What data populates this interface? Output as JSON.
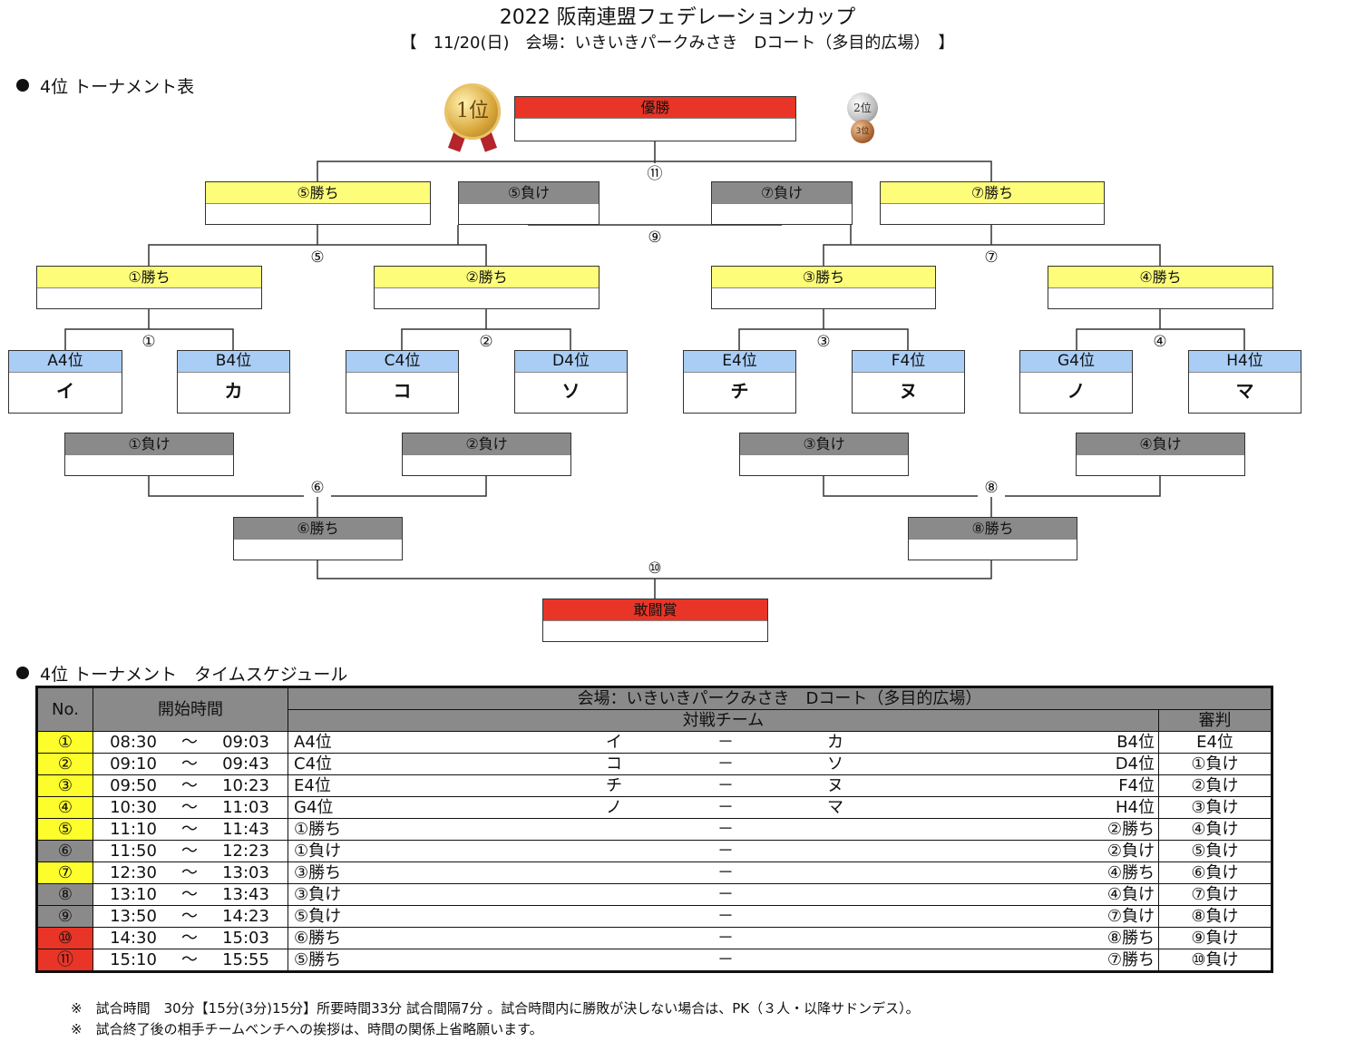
{
  "header": {
    "title": "2022 阪南連盟フェデレーションカップ",
    "subtitle": "【　11/20(日)　会場：いきいきパークみさき　Dコート（多目的広場）　】"
  },
  "bracket": {
    "section_title": "4位 トーナメント表",
    "medals": {
      "first": "1位",
      "second": "2位",
      "third": "3位"
    },
    "final": "優勝",
    "fighting_spirit": "敢闘賞",
    "semis": {
      "w5": "⑤勝ち",
      "l5": "⑤負け",
      "l7": "⑦負け",
      "w7": "⑦勝ち"
    },
    "quarters": {
      "w1": "①勝ち",
      "w2": "②勝ち",
      "w3": "③勝ち",
      "w4": "④勝ち"
    },
    "losers": {
      "l1": "①負け",
      "l2": "②負け",
      "l3": "③負け",
      "l4": "④負け",
      "w6": "⑥勝ち",
      "w8": "⑧勝ち"
    },
    "teams": [
      {
        "seed": "A4位",
        "name": "イ"
      },
      {
        "seed": "B4位",
        "name": "カ"
      },
      {
        "seed": "C4位",
        "name": "コ"
      },
      {
        "seed": "D4位",
        "name": "ソ"
      },
      {
        "seed": "E4位",
        "name": "チ"
      },
      {
        "seed": "F4位",
        "name": "ヌ"
      },
      {
        "seed": "G4位",
        "name": "ノ"
      },
      {
        "seed": "H4位",
        "name": "マ"
      }
    ],
    "match_numbers": {
      "m1": "①",
      "m2": "②",
      "m3": "③",
      "m4": "④",
      "m5": "⑤",
      "m6": "⑥",
      "m7": "⑦",
      "m8": "⑧",
      "m9": "⑨",
      "m10": "⑩",
      "m11": "⑪"
    }
  },
  "schedule": {
    "section_title": "4位 トーナメント　タイムスケジュール",
    "headers": {
      "no": "No.",
      "start": "開始時間",
      "venue": "会場：いきいきパークみさき　Dコート（多目的広場）",
      "match": "対戦チーム",
      "referee": "審判"
    },
    "rows": [
      {
        "no": "①",
        "color": "yellow",
        "start": "08:30",
        "tilde": "～",
        "end": "09:03",
        "home": "A4位",
        "home_team": "イ",
        "vs": "－",
        "away_team": "カ",
        "away": "B4位",
        "referee": "E4位"
      },
      {
        "no": "②",
        "color": "yellow",
        "start": "09:10",
        "tilde": "～",
        "end": "09:43",
        "home": "C4位",
        "home_team": "コ",
        "vs": "－",
        "away_team": "ソ",
        "away": "D4位",
        "referee": "①負け"
      },
      {
        "no": "③",
        "color": "yellow",
        "start": "09:50",
        "tilde": "～",
        "end": "10:23",
        "home": "E4位",
        "home_team": "チ",
        "vs": "－",
        "away_team": "ヌ",
        "away": "F4位",
        "referee": "②負け"
      },
      {
        "no": "④",
        "color": "yellow",
        "start": "10:30",
        "tilde": "～",
        "end": "11:03",
        "home": "G4位",
        "home_team": "ノ",
        "vs": "－",
        "away_team": "マ",
        "away": "H4位",
        "referee": "③負け"
      },
      {
        "no": "⑤",
        "color": "yellow",
        "start": "11:10",
        "tilde": "～",
        "end": "11:43",
        "home": "①勝ち",
        "home_team": "",
        "vs": "－",
        "away_team": "",
        "away": "②勝ち",
        "referee": "④負け"
      },
      {
        "no": "⑥",
        "color": "gray",
        "start": "11:50",
        "tilde": "～",
        "end": "12:23",
        "home": "①負け",
        "home_team": "",
        "vs": "－",
        "away_team": "",
        "away": "②負け",
        "referee": "⑤負け"
      },
      {
        "no": "⑦",
        "color": "yellow",
        "start": "12:30",
        "tilde": "～",
        "end": "13:03",
        "home": "③勝ち",
        "home_team": "",
        "vs": "－",
        "away_team": "",
        "away": "④勝ち",
        "referee": "⑥負け"
      },
      {
        "no": "⑧",
        "color": "gray",
        "start": "13:10",
        "tilde": "～",
        "end": "13:43",
        "home": "③負け",
        "home_team": "",
        "vs": "－",
        "away_team": "",
        "away": "④負け",
        "referee": "⑦負け"
      },
      {
        "no": "⑨",
        "color": "gray",
        "start": "13:50",
        "tilde": "～",
        "end": "14:23",
        "home": "⑤負け",
        "home_team": "",
        "vs": "－",
        "away_team": "",
        "away": "⑦負け",
        "referee": "⑧負け"
      },
      {
        "no": "⑩",
        "color": "red",
        "start": "14:30",
        "tilde": "～",
        "end": "15:03",
        "home": "⑥勝ち",
        "home_team": "",
        "vs": "－",
        "away_team": "",
        "away": "⑧勝ち",
        "referee": "⑨負け"
      },
      {
        "no": "⑪",
        "color": "red",
        "start": "15:10",
        "tilde": "～",
        "end": "15:55",
        "home": "⑤勝ち",
        "home_team": "",
        "vs": "－",
        "away_team": "",
        "away": "⑦勝ち",
        "referee": "⑩負け"
      }
    ]
  },
  "notes": {
    "line1": "※　試合時間　30分【15分(3分)15分】所要時間33分 試合間隔7分 。試合時間内に勝敗が決しない場合は、PK（３人・以降サドンデス）。",
    "line2": "※　試合終了後の相手チームベンチへの挨拶は、時間の関係上省略願います。"
  }
}
